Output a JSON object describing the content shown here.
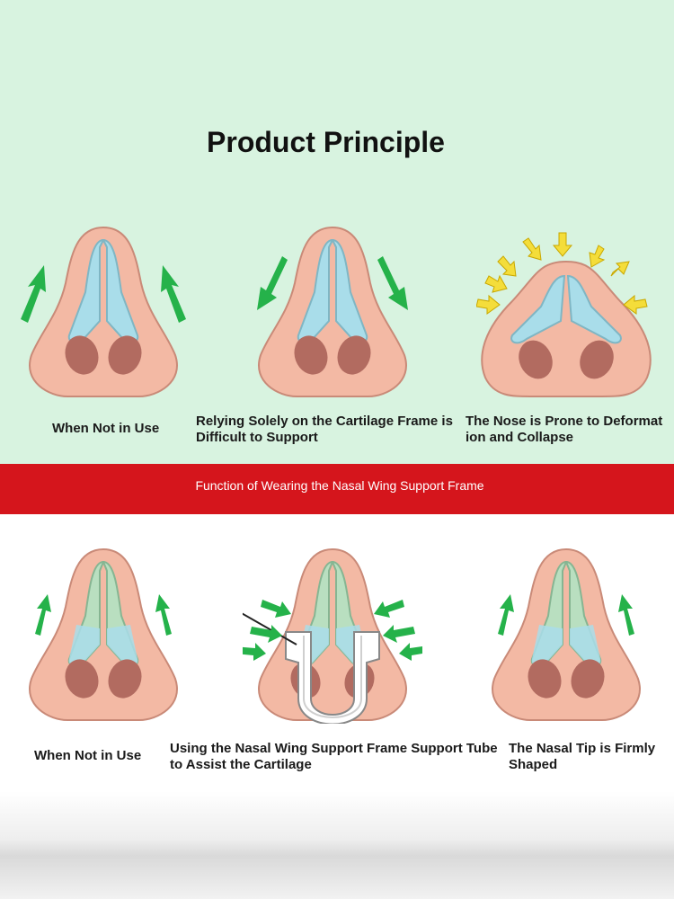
{
  "title": "Product Principle",
  "banner": "Function of Wearing the Nasal Wing Support Frame",
  "top_captions": [
    {
      "line1": "When Not in Use",
      "line2": ""
    },
    {
      "line1": "Relying Solely on the Cartilage Frame is",
      "line2": "Difficult to Support"
    },
    {
      "line1": "The Nose is Prone to Deformat",
      "line2": "ion and Collapse"
    }
  ],
  "bottom_captions": [
    {
      "line1": "When Not in Use",
      "line2": ""
    },
    {
      "line1": "Using the Nasal Wing Support Frame Support Tube",
      "line2": "to Assist the Cartilage"
    },
    {
      "line1": "The Nasal Tip is Firmly",
      "line2": "Shaped"
    }
  ],
  "colors": {
    "top_background": "#d8f3e0",
    "banner": "#d5151c",
    "skin": "#f3b9a4",
    "skin_outline": "#c98a78",
    "cartilage_blue": "#a9ddea",
    "cartilage_green": "#b9dfc0",
    "nostril": "#b26b60",
    "arrow_green": "#25b24a",
    "arrow_yellow": "#f4dd3a"
  }
}
